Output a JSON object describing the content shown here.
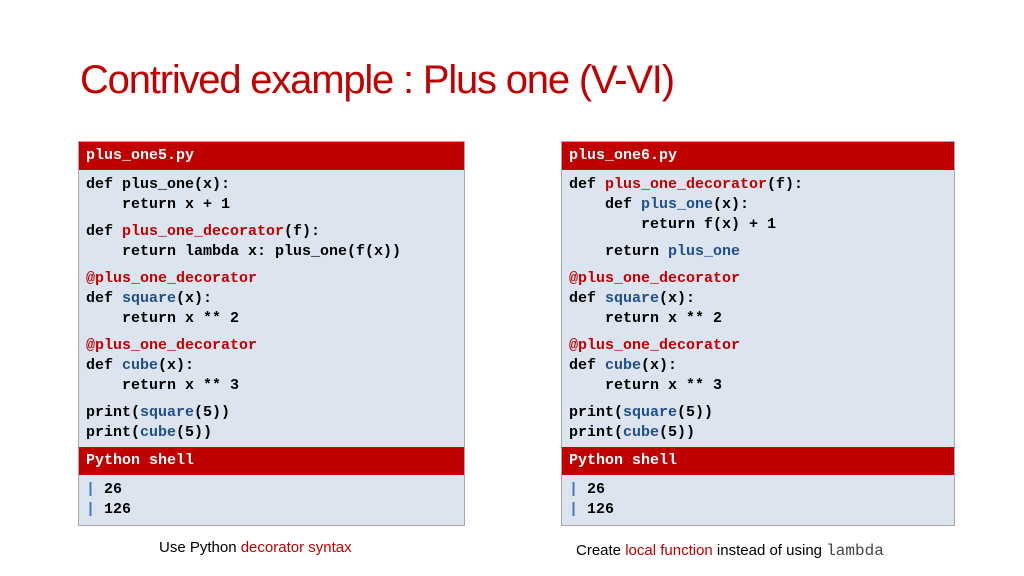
{
  "title": "Contrived example : Plus one (V-VI)",
  "colors": {
    "accent": "#c00000",
    "code_bg": "#dce4ef",
    "name_blue": "#1f4e8c",
    "prompt_bar": "#4472c4"
  },
  "left_panel": {
    "filename": "plus_one5.py",
    "blocks": [
      [
        [
          {
            "t": "def plus_one(x):"
          }
        ],
        [
          {
            "t": "    return x + 1"
          }
        ]
      ],
      [
        [
          {
            "t": "def "
          },
          {
            "t": "plus_one_decorator",
            "c": "red"
          },
          {
            "t": "(f):"
          }
        ],
        [
          {
            "t": "    return lambda x: plus_one(f(x))"
          }
        ]
      ],
      [
        [
          {
            "t": "@plus_one_decorator",
            "c": "red"
          }
        ],
        [
          {
            "t": "def "
          },
          {
            "t": "square",
            "c": "blue"
          },
          {
            "t": "(x):"
          }
        ],
        [
          {
            "t": "    return x ** 2"
          }
        ]
      ],
      [
        [
          {
            "t": "@plus_one_decorator",
            "c": "red"
          }
        ],
        [
          {
            "t": "def "
          },
          {
            "t": "cube",
            "c": "blue"
          },
          {
            "t": "(x):"
          }
        ],
        [
          {
            "t": "    return x ** 3"
          }
        ]
      ],
      [
        [
          {
            "t": "print("
          },
          {
            "t": "square",
            "c": "blue"
          },
          {
            "t": "(5))"
          }
        ],
        [
          {
            "t": "print("
          },
          {
            "t": "cube",
            "c": "blue"
          },
          {
            "t": "(5))"
          }
        ]
      ]
    ],
    "shell_label": "Python shell",
    "shell_prompt": "|",
    "shell_output": [
      "26",
      "126"
    ]
  },
  "right_panel": {
    "filename": "plus_one6.py",
    "blocks": [
      [
        [
          {
            "t": "def "
          },
          {
            "t": "plus_one_decorator",
            "c": "red"
          },
          {
            "t": "(f):"
          }
        ],
        [
          {
            "t": "    def "
          },
          {
            "t": "plus_one",
            "c": "blue"
          },
          {
            "t": "(x):"
          }
        ],
        [
          {
            "t": "        return f(x) + 1"
          }
        ]
      ],
      [
        [
          {
            "t": "    return "
          },
          {
            "t": "plus_one",
            "c": "blue"
          }
        ]
      ],
      [
        [
          {
            "t": "@plus_one_decorator",
            "c": "red"
          }
        ],
        [
          {
            "t": "def "
          },
          {
            "t": "square",
            "c": "blue"
          },
          {
            "t": "(x):"
          }
        ],
        [
          {
            "t": "    return x ** 2"
          }
        ]
      ],
      [
        [
          {
            "t": "@plus_one_decorator",
            "c": "red"
          }
        ],
        [
          {
            "t": "def "
          },
          {
            "t": "cube",
            "c": "blue"
          },
          {
            "t": "(x):"
          }
        ],
        [
          {
            "t": "    return x ** 3"
          }
        ]
      ],
      [
        [
          {
            "t": "print("
          },
          {
            "t": "square",
            "c": "blue"
          },
          {
            "t": "(5))"
          }
        ],
        [
          {
            "t": "print("
          },
          {
            "t": "cube",
            "c": "blue"
          },
          {
            "t": "(5))"
          }
        ]
      ]
    ],
    "shell_label": "Python shell",
    "shell_prompt": "|",
    "shell_output": [
      "26",
      "126"
    ]
  },
  "captions": {
    "left": [
      {
        "t": "Use Python "
      },
      {
        "t": "decorator syntax",
        "c": "hl"
      }
    ],
    "right": [
      {
        "t": "Create "
      },
      {
        "t": "local function",
        "c": "hl"
      },
      {
        "t": " instead of using "
      },
      {
        "t": "lambda",
        "c": "mono"
      }
    ]
  }
}
